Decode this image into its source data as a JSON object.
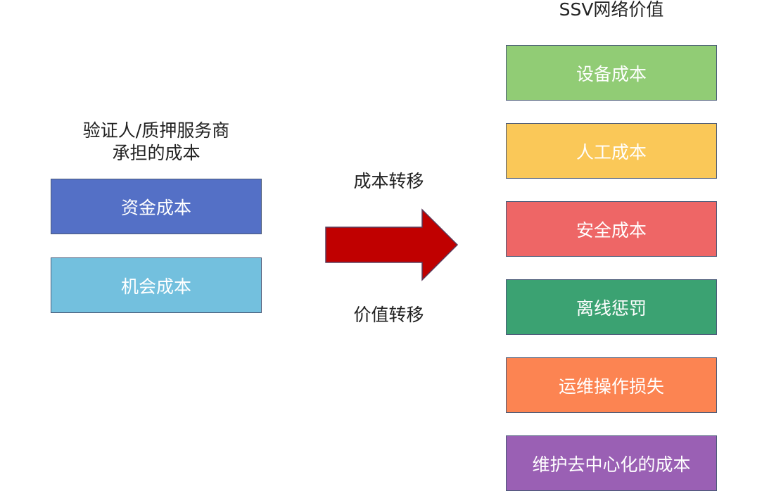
{
  "left_title_line1": "验证人/质押服务商",
  "left_title_line2": "承担的成本",
  "left_boxes": [
    {
      "label": "资金成本",
      "color": "#5470c6"
    },
    {
      "label": "机会成本",
      "color": "#73c0de"
    }
  ],
  "arrow_top_label": "成本转移",
  "arrow_bottom_label": "价值转移",
  "arrow_color": "#c00000",
  "right_title": "SSV网络价值",
  "right_boxes": [
    {
      "label": "设备成本",
      "color": "#91cc75"
    },
    {
      "label": "人工成本",
      "color": "#fac858"
    },
    {
      "label": "安全成本",
      "color": "#ee6666"
    },
    {
      "label": "离线惩罚",
      "color": "#3ba272"
    },
    {
      "label": "运维操作损失",
      "color": "#fc8452"
    },
    {
      "label": "维护去中心化的成本",
      "color": "#9a60b4"
    }
  ]
}
